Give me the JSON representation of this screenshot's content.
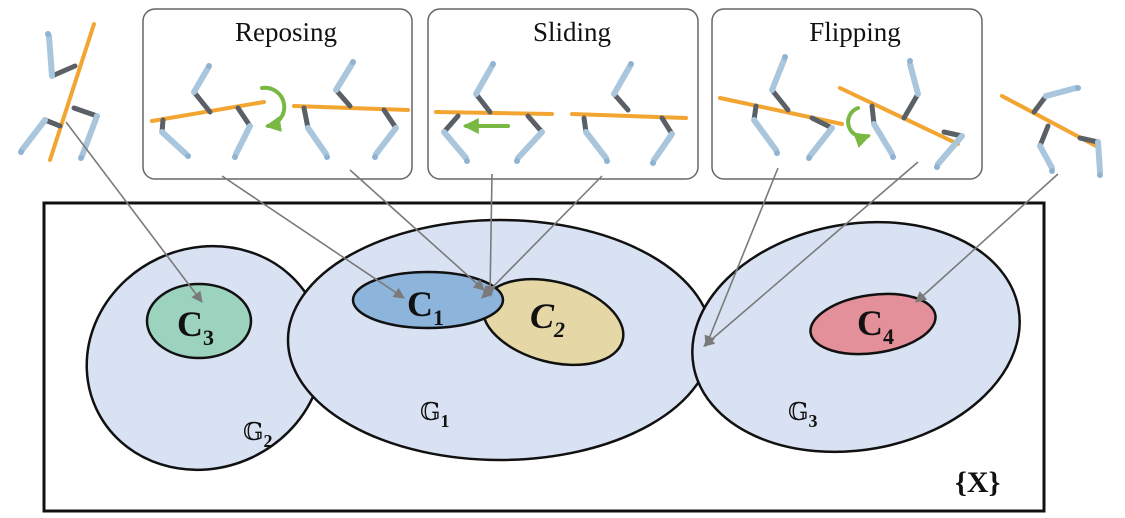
{
  "panels": {
    "reposing": "Reposing",
    "sliding": "Sliding",
    "flipping": "Flipping"
  },
  "clusters": [
    {
      "letter": "C",
      "sub": "1",
      "color": "#8db5dc"
    },
    {
      "letter": "C",
      "sub": "2",
      "color": "#e6d7a6"
    },
    {
      "letter": "C",
      "sub": "3",
      "color": "#9bd3be"
    },
    {
      "letter": "C",
      "sub": "4",
      "color": "#e3909a"
    }
  ],
  "groups": [
    {
      "letter": "𝔾",
      "sub": "1"
    },
    {
      "letter": "𝔾",
      "sub": "2"
    },
    {
      "letter": "𝔾",
      "sub": "3"
    }
  ],
  "space_label": "{X}",
  "colors": {
    "group_fill": "#d9e2f3",
    "bar": "#f2a531",
    "rotation_arrow": "#78b843",
    "mapping_arrow": "#7a7a7a"
  }
}
